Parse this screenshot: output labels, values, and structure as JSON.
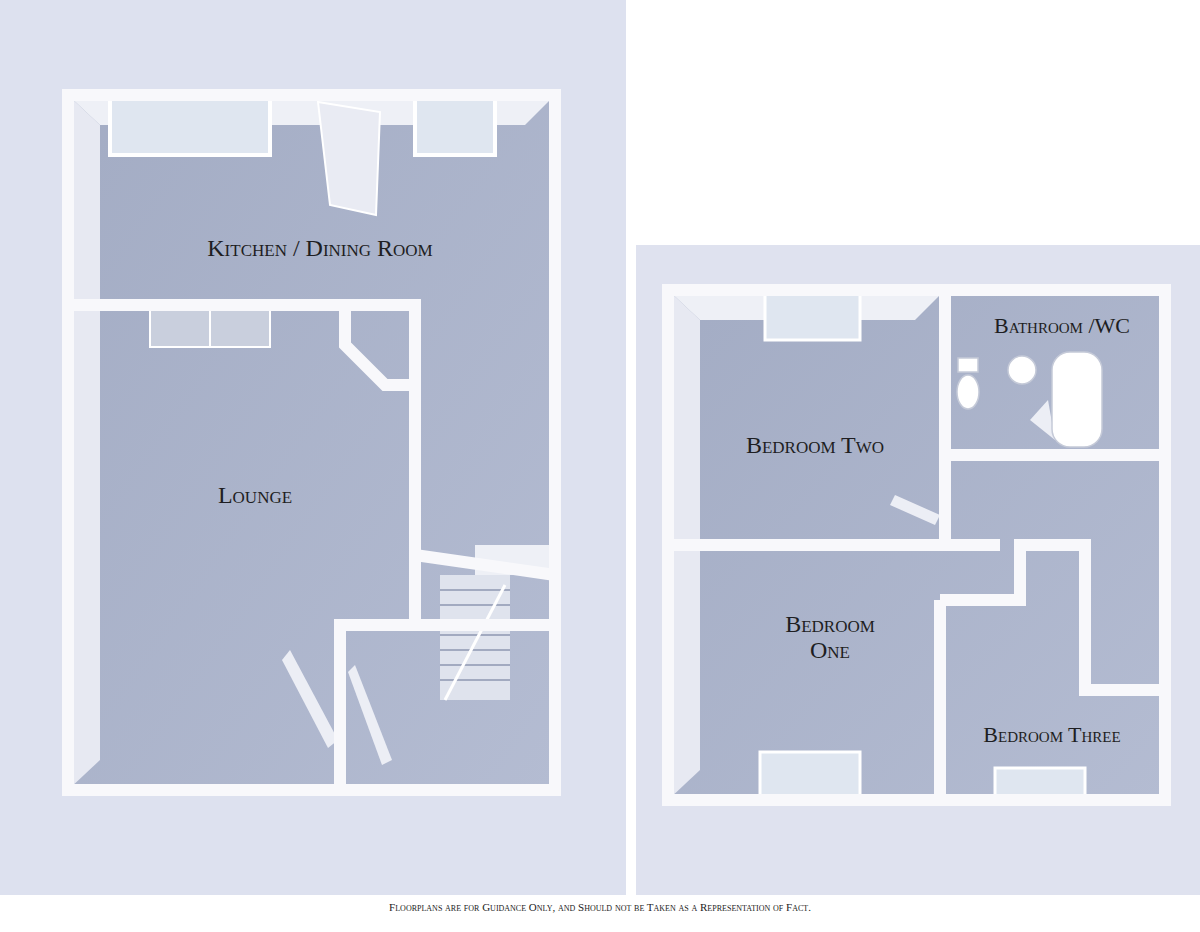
{
  "diagram": {
    "caption": "Floorplans are for Guidance Only, and Should not be Taken as a Representation of Fact.",
    "nodes": [
      {
        "text": [
          "Kitchen / Dining Room"
        ]
      },
      {
        "text": [
          "Lounge"
        ]
      },
      {
        "text": [
          "Bedroom Two"
        ]
      },
      {
        "text": [
          "Bathroom /WC"
        ]
      },
      {
        "text": [
          "Bedroom One"
        ]
      },
      {
        "text": [
          "Bedroom Three"
        ]
      }
    ]
  }
}
